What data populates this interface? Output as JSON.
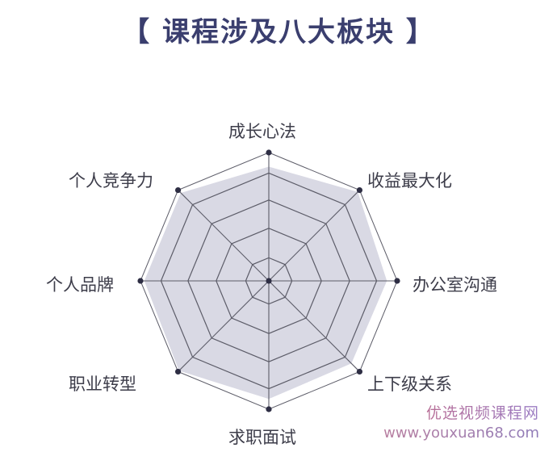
{
  "title": {
    "open_bracket": "【",
    "text": "课程涉及八大板块",
    "close_bracket": "】",
    "color": "#3a3e6e"
  },
  "watermark": {
    "line1": "优选视频课程网",
    "line2": "www.youxuan68.com"
  },
  "colors": {
    "fill": "#d9d9e4",
    "grid": "#5c5c68",
    "dot": "#2e2e44"
  },
  "chart_data": {
    "type": "radar",
    "title": "【 课程涉及八大板块 】",
    "categories": [
      "成长心法",
      "收益最大化",
      "办公室沟通",
      "上下级关系",
      "求职面试",
      "职业转型",
      "个人品牌",
      "个人竞争力"
    ],
    "values": [
      0.89,
      0.98,
      0.92,
      0.91,
      0.92,
      0.99,
      0.97,
      0.97
    ],
    "range": [
      0,
      1
    ],
    "grid_rings": [
      0.18,
      0.41,
      0.63,
      0.84,
      1.0
    ],
    "grid": true,
    "legend": "none"
  }
}
